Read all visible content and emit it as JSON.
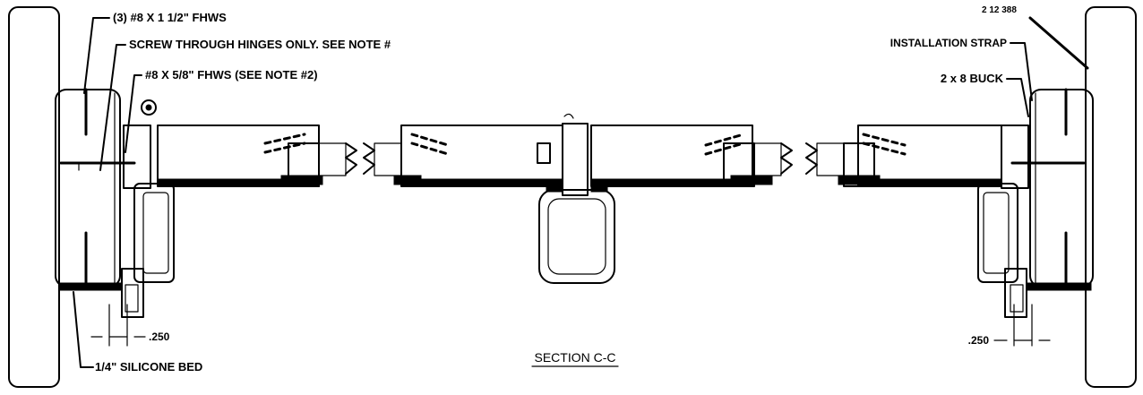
{
  "drawing": {
    "section_title": "SECTION C-C",
    "top_right_text": "2  12 388",
    "callouts": {
      "screws_top": "(3) #8 X 1 1/2\" FHWS",
      "screw_through_hinges": "SCREW THROUGH HINGES ONLY. SEE NOTE #",
      "screws_small": "#8 X 5/8\" FHWS (SEE NOTE #2)",
      "installation_strap": "INSTALLATION STRAP",
      "buck": "2 x 8 BUCK",
      "silicone_bed": "1/4\" SILICONE BED",
      "dim_left": ".250",
      "dim_right": ".250"
    }
  },
  "colors": {
    "line": "#000000",
    "background": "#ffffff"
  }
}
